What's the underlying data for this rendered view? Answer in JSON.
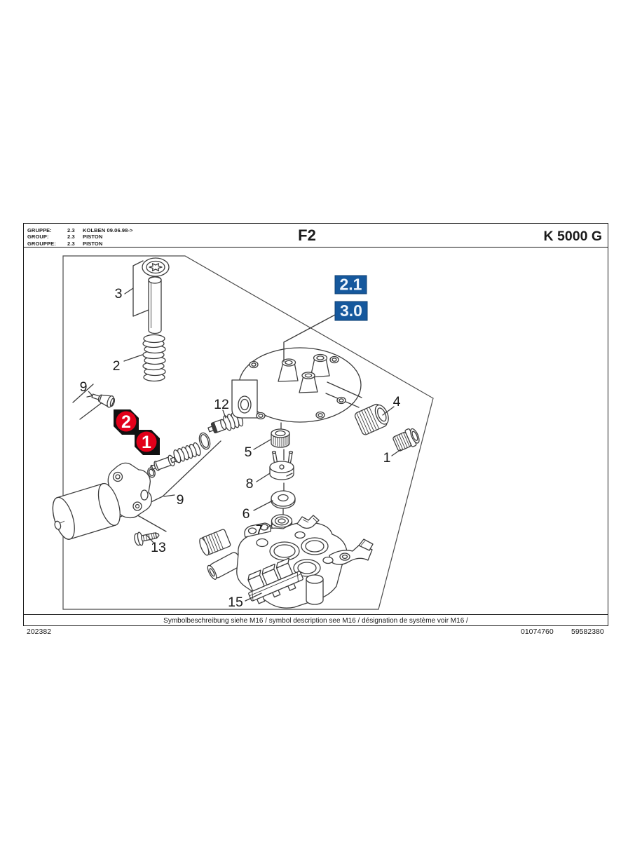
{
  "header": {
    "rows": [
      {
        "label": "GRUPPE:",
        "code": "2.3",
        "name": "KOLBEN 09.06.98->"
      },
      {
        "label": "GROUP:",
        "code": "2.3",
        "name": "PISTON"
      },
      {
        "label": "GROUPPE:",
        "code": "2.3",
        "name": "PISTON"
      }
    ],
    "page_code": "F2",
    "model": "K 5000 G"
  },
  "diagram": {
    "ref_boxes": [
      {
        "label": "2.1"
      },
      {
        "label": "3.0"
      }
    ],
    "markers": [
      {
        "label": "2"
      },
      {
        "label": "1"
      }
    ],
    "parts": {
      "p1": "1",
      "p2": "2",
      "p3": "3",
      "p4": "4",
      "p5": "5",
      "p6": "6",
      "p7": "7",
      "p8": "8",
      "p9_top": "9",
      "p9_bottom": "9",
      "p12": "12",
      "p13": "13",
      "p15": "15"
    }
  },
  "footer": {
    "note": "Symbolbeschreibung siehe M16 / symbol description see M16 / désignation de système voir M16 /",
    "ref_left": "202382",
    "ref_right_1": "01074760",
    "ref_right_2": "59582380"
  },
  "colors": {
    "red": "#e2001a",
    "blue": "#15589d",
    "ink": "#1a1a1a",
    "line": "#3c3c3c"
  }
}
